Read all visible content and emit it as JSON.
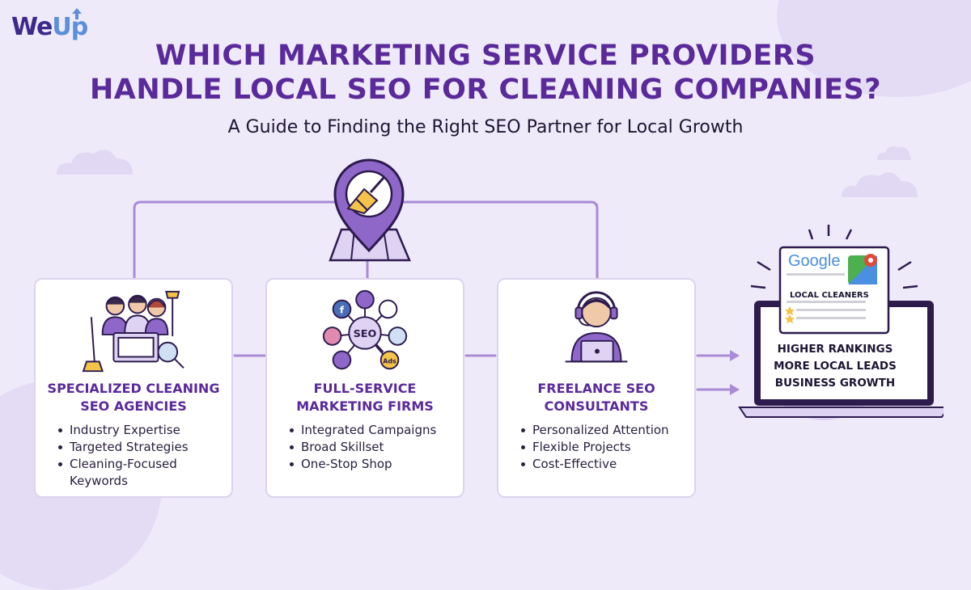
{
  "brand": {
    "logo_we": "We",
    "logo_up": "Up"
  },
  "header": {
    "title_line1": "WHICH MARKETING SERVICE PROVIDERS",
    "title_line2": "HANDLE LOCAL SEO FOR CLEANING COMPANIES?",
    "subtitle": "A Guide to Finding the Right SEO Partner for Local Growth"
  },
  "providers": [
    {
      "title_line1": "SPECIALIZED CLEANING",
      "title_line2": "SEO AGENCIES",
      "bullets": [
        "Industry Expertise",
        "Targeted Strategies",
        "Cleaning-Focused Keywords"
      ]
    },
    {
      "title_line1": "FULL-SERVICE",
      "title_line2": "MARKETING FIRMS",
      "bullets": [
        "Integrated Campaigns",
        "Broad Skillset",
        "One-Stop Shop"
      ]
    },
    {
      "title_line1": "FREELANCE SEO",
      "title_line2": "CONSULTANTS",
      "bullets": [
        "Personalized Attention",
        "Flexible Projects",
        "Cost-Effective"
      ]
    }
  ],
  "outcome": {
    "google_text": "Google",
    "listing_title": "LOCAL CLEANERS",
    "results": [
      "HIGHER RANKINGS",
      "MORE LOCAL LEADS",
      "BUSINESS GROWTH"
    ]
  },
  "icons": {
    "map_pin": "map-pin-broom-icon",
    "team": "cleaning-team-icon",
    "seo_hub": "seo-hub-icon",
    "consultant": "consultant-headset-icon",
    "laptop": "laptop-icon"
  },
  "colors": {
    "accent": "#5a2a9a",
    "line": "#a98bd6",
    "background": "#efeafa"
  }
}
